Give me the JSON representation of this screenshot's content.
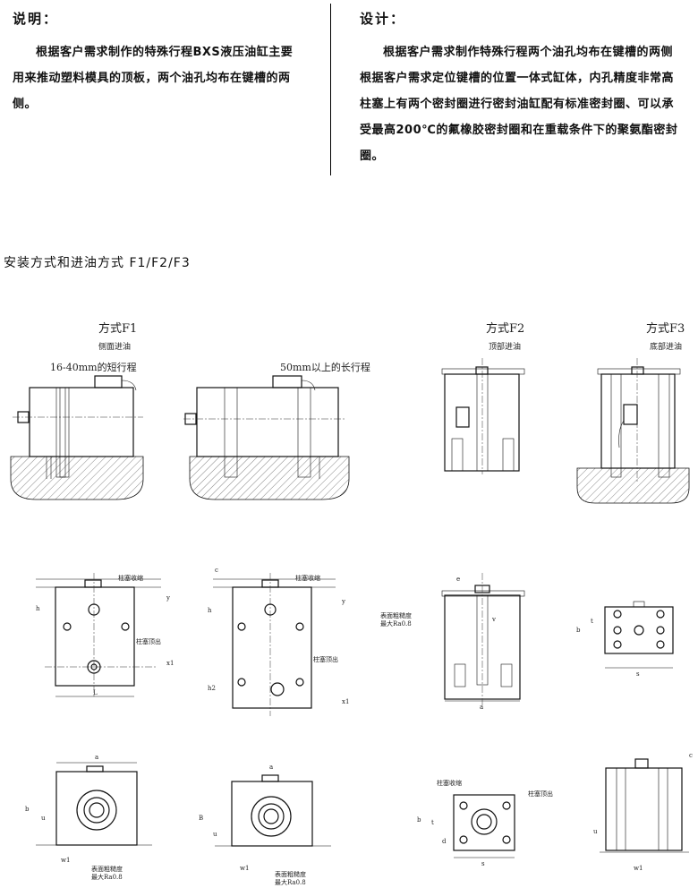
{
  "intro": {
    "left_heading": "说明：",
    "left_text": "根据客户需求制作的特殊行程BXS液压油缸主要用来推动塑料模具的顶板，两个油孔均布在键槽的两侧。",
    "right_heading": "设计：",
    "right_text": "根据客户需求制作特殊行程两个油孔均布在键槽的两侧根据客户需求定位键槽的位置一体式缸体，内孔精度非常高柱塞上有两个密封圈进行密封油缸配有标准密封圈、可以承受最高200℃的氟橡胶密封圈和在重载条件下的聚氨酯密封圈。"
  },
  "section_title": "安装方式和进油方式 F1/F2/F3",
  "methods": {
    "f1": {
      "label": "方式F1",
      "sub": "侧面进油",
      "short": "16-40mm的短行程",
      "long": "50mm以上的长行程"
    },
    "f2": {
      "label": "方式F2",
      "sub": "顶部进油"
    },
    "f3": {
      "label": "方式F3",
      "sub": "底部进油"
    }
  },
  "annot": {
    "retract": "柱塞收缩",
    "extend": "柱塞顶出",
    "rough1": "表面粗糙度",
    "rough2": "最大Ra0.8"
  },
  "dims": {
    "h": "h",
    "y": "y",
    "x1": "x1",
    "L": "L",
    "c": "c",
    "h2": "h2",
    "a": "a",
    "b": "b",
    "s": "s",
    "t": "t",
    "v": "v",
    "u": "u",
    "w1": "w1",
    "B": "B",
    "e": "e",
    "d": "d"
  }
}
